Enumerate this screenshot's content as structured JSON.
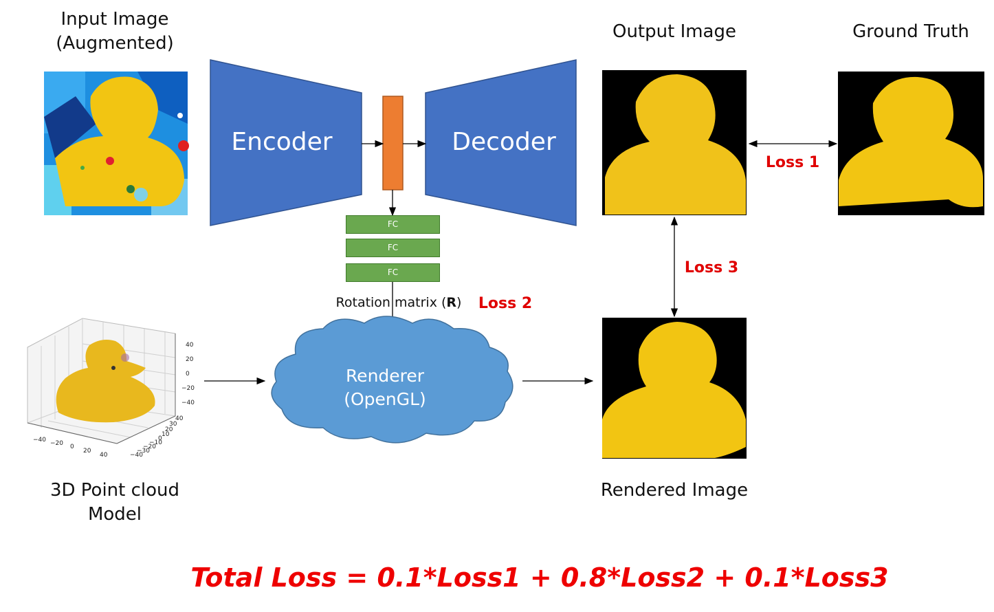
{
  "labels": {
    "input_line1": "Input Image",
    "input_line2": "(Augmented)",
    "output": "Output Image",
    "ground_truth": "Ground Truth",
    "pointcloud_line1": "3D Point cloud",
    "pointcloud_line2": "Model",
    "rendered": "Rendered Image",
    "rotation_prefix": "Rotation matrix (",
    "rotation_bold": "R",
    "rotation_suffix": ")"
  },
  "blocks": {
    "encoder": "Encoder",
    "decoder": "Decoder",
    "fc": [
      "FC",
      "FC",
      "FC"
    ],
    "renderer_line1": "Renderer",
    "renderer_line2": "(OpenGL)"
  },
  "losses": {
    "loss1": "Loss 1",
    "loss2": "Loss 2",
    "loss3": "Loss 3",
    "total": "Total Loss = 0.1*Loss1 + 0.8*Loss2 + 0.1*Loss3"
  },
  "plot3d": {
    "z_ticks": [
      "40",
      "20",
      "0",
      "−20",
      "−40"
    ],
    "x_ticks": [
      "−40",
      "−20",
      "0",
      "20",
      "40"
    ],
    "y_ticks": [
      "−40",
      "−30",
      "−20",
      "−10",
      "0",
      "10",
      "20",
      "30",
      "40"
    ]
  },
  "colors": {
    "encoder_fill": "#4472c4",
    "bottleneck_fill": "#ed7d31",
    "fc_fill": "#6aa84f",
    "cloud_fill": "#5b9bd5",
    "loss_text": "#e00000",
    "duck_yellow": "#f2c512"
  }
}
